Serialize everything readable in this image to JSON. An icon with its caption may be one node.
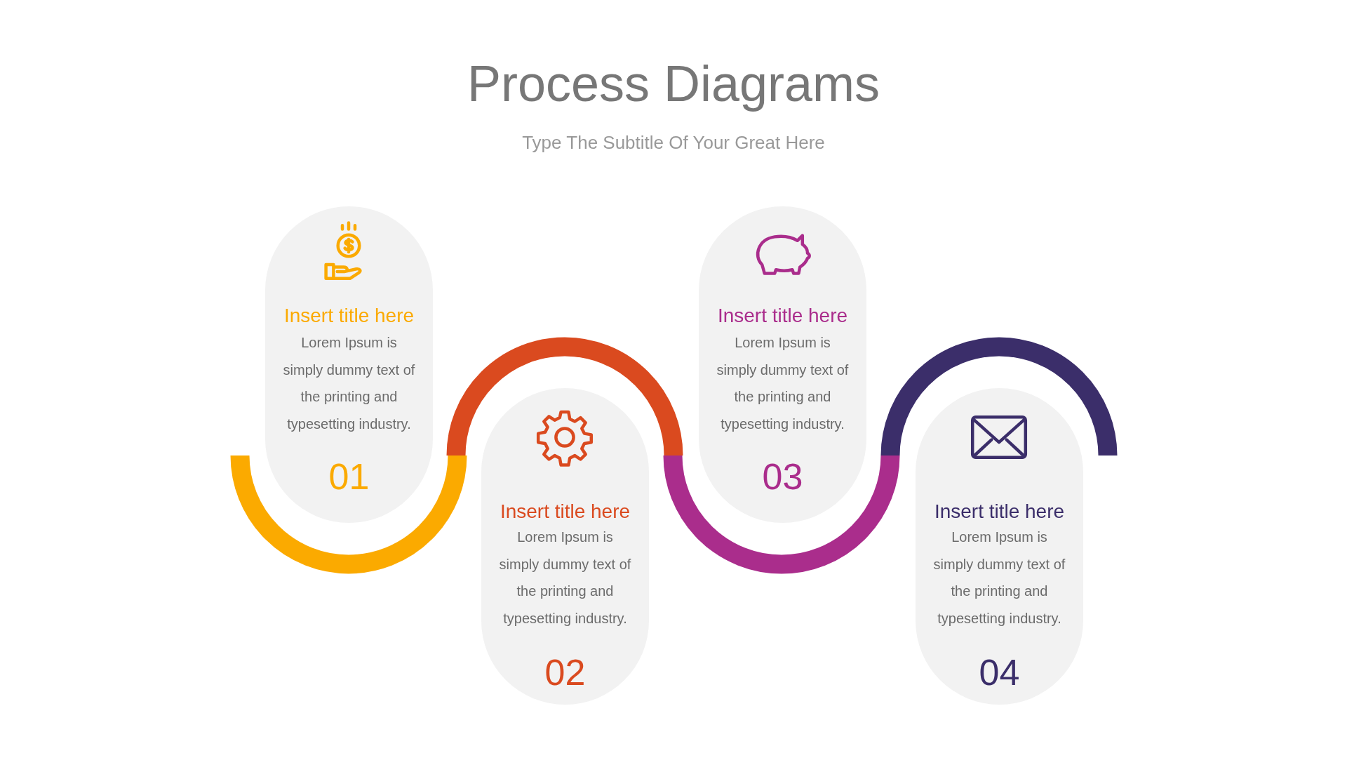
{
  "diagram": {
    "title": "Process Diagrams",
    "nodes": [
      {
        "text": [
          "Insert title here",
          "Lorem Ipsum is simply dummy text of the printing and typesetting industry.",
          "01"
        ]
      },
      {
        "text": [
          "Insert title here",
          "Lorem Ipsum is simply dummy text of the printing and typesetting industry.",
          "02"
        ]
      },
      {
        "text": [
          "Insert title here",
          "Lorem Ipsum is simply dummy text of the printing and typesetting industry.",
          "03"
        ]
      },
      {
        "text": [
          "Insert title here",
          "Lorem Ipsum is simply dummy text of the printing and typesetting industry.",
          "04"
        ]
      }
    ],
    "labels": [
      "Type The Subtitle Of Your Great Here"
    ]
  }
}
